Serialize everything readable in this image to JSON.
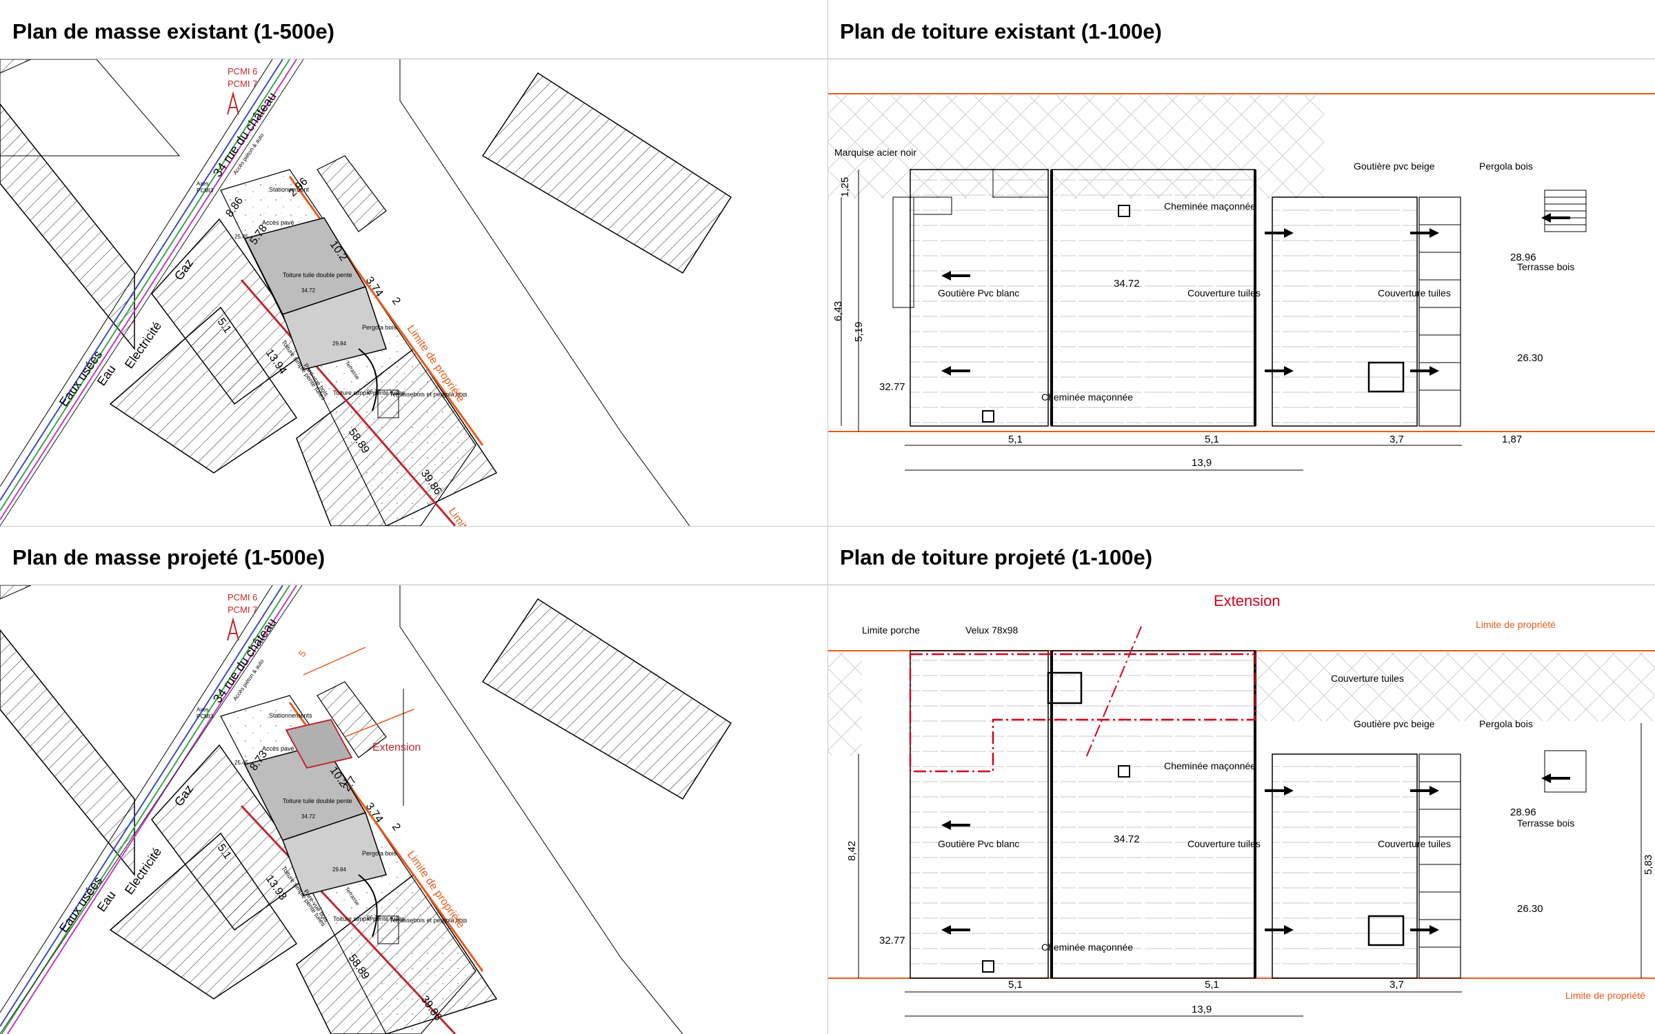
{
  "panels": {
    "tl_title": "Plan de masse existant (1-500e)",
    "tr_title": "Plan de toiture existant (1-100e)",
    "bl_title": "Plan de masse projeté (1-500e)",
    "br_title": "Plan de toiture projeté (1-100e)"
  },
  "masse_existant": {
    "pcmi6": "PCMI 6",
    "pcmi7": "PCMI 7",
    "street": "34 rue du château",
    "eaux": "Eaux usées",
    "eau": "Eau",
    "elec": "Electricité",
    "gaz": "Gaz",
    "axes": "Axes",
    "pcmi3": "PCMI3",
    "stationnement": "Stationnement",
    "acces": "Accès pavé",
    "acces_pieton": "Accès piéton & auto",
    "d886": "8.86",
    "d578": "5.78",
    "d296": "2.96",
    "d102": "10.2",
    "d51": "5.1",
    "d374": "3.74",
    "d2": "2",
    "toit1": "Toiture tuile double pente",
    "toit2": "Toiture simple pente tuiles",
    "pare_vue": "Pare-vue bois",
    "d1394": "13.94",
    "pergola": "Pergola bois",
    "d2984": "29.84",
    "terrasse_lbl": "Terrasse",
    "toit3": "Toiture simple pente tuiles",
    "terrasse_bois": "Terrassebois et pergola bois",
    "d5889": "58.89",
    "d3986": "39.86",
    "limite": "Limite de propriété",
    "limite2": "Limite",
    "d3472": "34.72",
    "d2637": "26.37",
    "d2545": "25.45"
  },
  "masse_projete": {
    "pcmi6": "PCMI 6",
    "pcmi7": "PCMI 7",
    "street": "34 rue du château",
    "eaux": "Eaux usées",
    "eau": "Eau",
    "elec": "Electricité",
    "gaz": "Gaz",
    "axes": "Axes",
    "pcmi3": "PCMI3",
    "stationnements": "Stationnements",
    "acces": "Accès pavé",
    "acces_pieton": "Accès piéton & auto",
    "d873": "8.73",
    "d102": "10.2",
    "d51": "5.1",
    "d374": "3.74",
    "d2": "2",
    "d27": "2.7",
    "d5": "5",
    "extension": "Extension",
    "toit1": "Toiture tuile double pente",
    "toit2": "Toiture simple pente tuiles",
    "pare_vue": "Pare-vue bois",
    "d1393": "13.93",
    "pergola": "Pergola bois",
    "d2984": "29.84",
    "terrasse_lbl": "Terrasse",
    "toit3": "Toiture simple pente tuiles",
    "terrasse_bois": "Terrassebois et pergola bois",
    "d5889": "58.89",
    "d3986": "39.86",
    "limite": "Limite de propriété",
    "d3472": "34.72",
    "d2637": "26.37",
    "d2545": "25.45"
  },
  "toiture_existant": {
    "marquise": "Marquise acier noir",
    "cheminee1": "Cheminée maçonnée",
    "cheminee2": "Cheminée maçonnée",
    "gouttiere_beige": "Goutière pvc beige",
    "pergola": "Pergola bois",
    "gouttiere_blanc": "Goutière Pvc blanc",
    "couv1": "Couverture tuiles",
    "couv2": "Couverture tuiles",
    "terrasse": "Terrasse bois",
    "h125": "1,25",
    "h643": "6,43",
    "h519": "5,19",
    "e3472": "34.72",
    "e3277": "32.77",
    "e2896": "28.96",
    "e2630": "26.30",
    "w51a": "5,1",
    "w51b": "5,1",
    "w37": "3,7",
    "w187": "1,87",
    "total": "13,9"
  },
  "toiture_projete": {
    "extension": "Extension",
    "limite_porche": "Limite porche",
    "velux": "Velux 78x98",
    "limite_prop": "Limite de propriété",
    "couv_top": "Couverture tuiles",
    "gouttiere_beige": "Goutière pvc beige",
    "pergola": "Pergola bois",
    "cheminee1": "Cheminée maçonnée",
    "cheminee2": "Cheminée maçonnée",
    "gouttiere_blanc": "Goutière Pvc blanc",
    "couv1": "Couverture tuiles",
    "couv2": "Couverture tuiles",
    "terrasse": "Terrasse bois",
    "h842": "8,42",
    "h583": "5,83",
    "e3472": "34.72",
    "e3277": "32.77",
    "e2896": "28.96",
    "e2630": "26.30",
    "w51a": "5,1",
    "w51b": "5,1",
    "w37": "3,7",
    "total": "13,9",
    "limite_prop2": "Limite de propriété"
  }
}
